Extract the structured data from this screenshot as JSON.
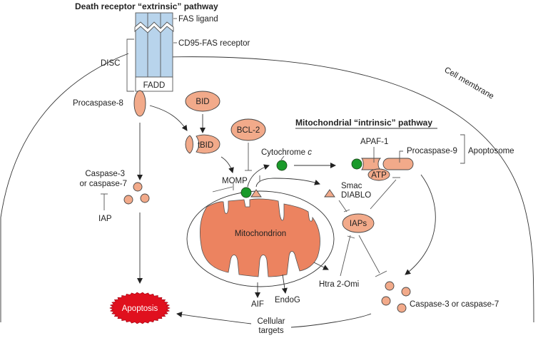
{
  "diagram": {
    "extrinsic_title": "Death receptor “extrinsic” pathway",
    "intrinsic_title": "Mitochondrial “intrinsic” pathway",
    "labels": {
      "fas_ligand": "FAS ligand",
      "cd95": "CD95-FAS receptor",
      "disc": "DISC",
      "fadd": "FADD",
      "cell_membrane": "Cell membrane",
      "procaspase8": "Procaspase-8",
      "bid": "BID",
      "tbid": "tBID",
      "bcl2": "BCL-2",
      "momp": "MOMP",
      "cytochrome": "Cytochrome ",
      "cytochrome_c": "c",
      "apaf1": "APAF-1",
      "procaspase9": "Procaspase-9",
      "apoptosome": "Apoptosome",
      "atp": "ATP",
      "smac": "Smac",
      "diablo": "DIABLO",
      "iaps": "IAPs",
      "mitochondrion": "Mitochondrion",
      "htra": "Htra 2-Omi",
      "aif": "AIF",
      "endog": "EndoG",
      "caspase37_left_1": "Caspase-3",
      "caspase37_left_2": "or caspase-7",
      "iap": "IAP",
      "caspase37_right": "Caspase-3 or caspase-7",
      "apoptosis": "Apoptosis",
      "cellular": "Cellular",
      "targets": "targets"
    },
    "colors": {
      "protein": "#f2aa8a",
      "mitochondrion": "#ec8360",
      "cytochrome_c": "#1a9a2a",
      "receptor": "#b8d4ec",
      "apoptosis": "#e0101e"
    }
  }
}
